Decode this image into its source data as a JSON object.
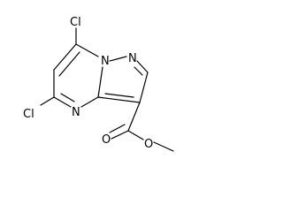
{
  "molecule": {
    "atoms": {
      "cl_top": "Cl",
      "n_bridge": "N",
      "n_ring": "N",
      "cl_left": "Cl",
      "n_lower": "N",
      "o_carbonyl": "O",
      "o_ester": "O"
    }
  }
}
